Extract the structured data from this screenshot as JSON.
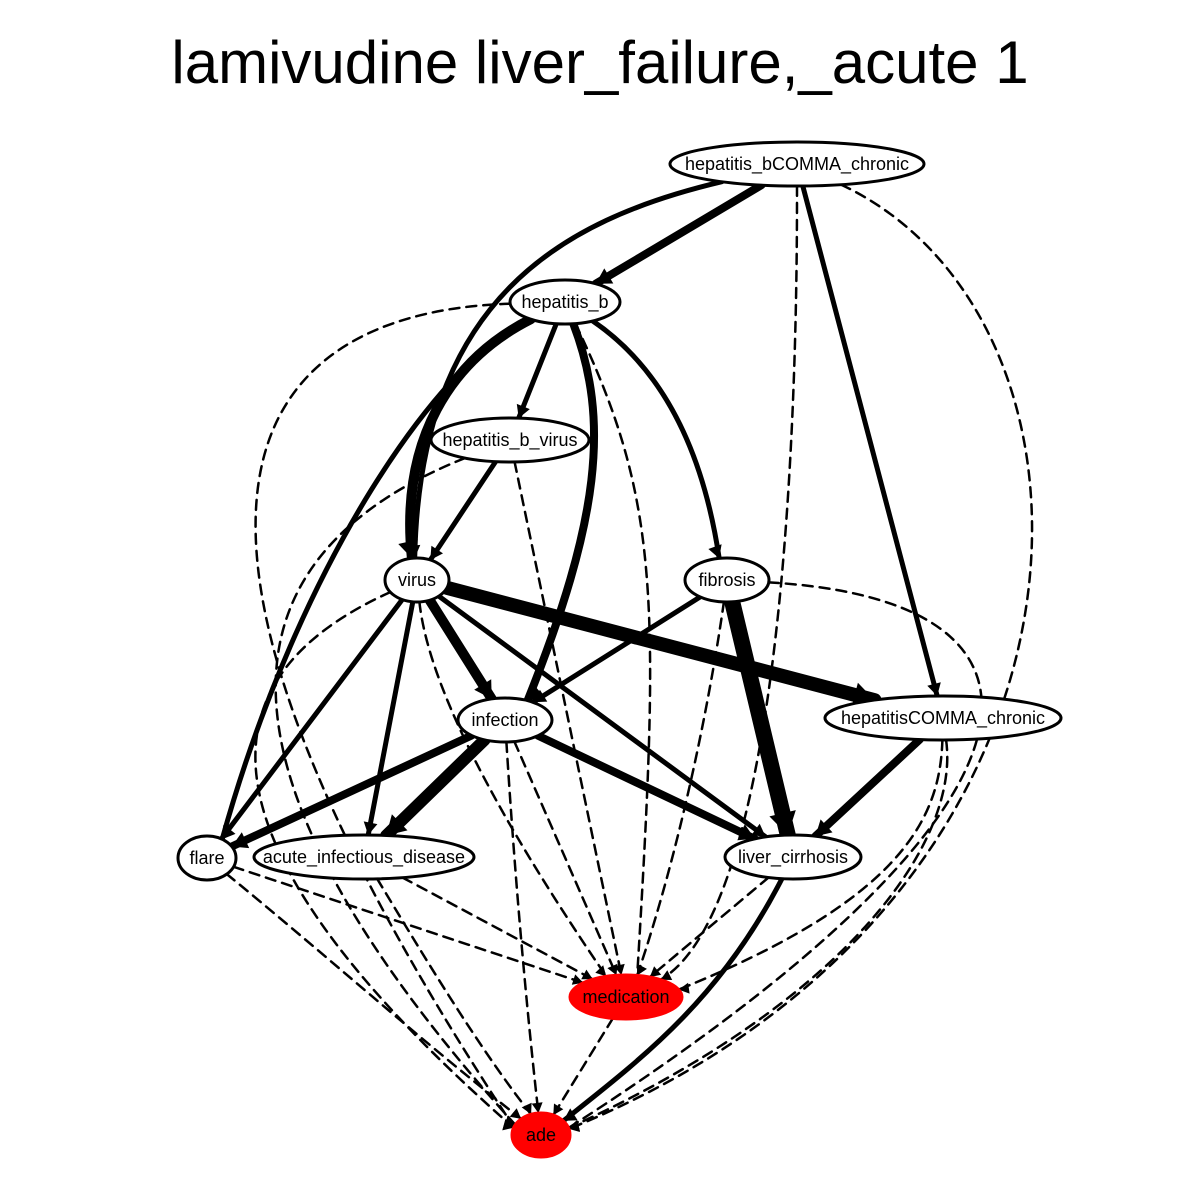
{
  "title": "lamivudine liver_failure,_acute 1",
  "colors": {
    "highlight": "#ff0000",
    "stroke": "#000000",
    "node_fill": "#ffffff"
  },
  "nodes": [
    {
      "id": "hepatitis_bCOMMA_chronic",
      "label": "hepatitis_bCOMMA_chronic",
      "highlight": false
    },
    {
      "id": "hepatitis_b",
      "label": "hepatitis_b",
      "highlight": false
    },
    {
      "id": "hepatitis_b_virus",
      "label": "hepatitis_b_virus",
      "highlight": false
    },
    {
      "id": "virus",
      "label": "virus",
      "highlight": false
    },
    {
      "id": "fibrosis",
      "label": "fibrosis",
      "highlight": false
    },
    {
      "id": "infection",
      "label": "infection",
      "highlight": false
    },
    {
      "id": "hepatitisCOMMA_chronic",
      "label": "hepatitisCOMMA_chronic",
      "highlight": false
    },
    {
      "id": "flare",
      "label": "flare",
      "highlight": false
    },
    {
      "id": "acute_infectious_disease",
      "label": "acute_infectious_disease",
      "highlight": false
    },
    {
      "id": "liver_cirrhosis",
      "label": "liver_cirrhosis",
      "highlight": false
    },
    {
      "id": "medication",
      "label": "medication",
      "highlight": true
    },
    {
      "id": "ade",
      "label": "ade",
      "highlight": true
    }
  ],
  "edges": [
    {
      "from": "hepatitis_bCOMMA_chronic",
      "to": "hepatitis_b",
      "style": "solid",
      "weight": 8
    },
    {
      "from": "hepatitis_bCOMMA_chronic",
      "to": "virus",
      "style": "solid",
      "weight": 5
    },
    {
      "from": "hepatitis_bCOMMA_chronic",
      "to": "hepatitisCOMMA_chronic",
      "style": "solid",
      "weight": 5
    },
    {
      "from": "hepatitis_bCOMMA_chronic",
      "to": "medication",
      "style": "dashed",
      "weight": 2.5
    },
    {
      "from": "hepatitis_bCOMMA_chronic",
      "to": "ade",
      "style": "dashed",
      "weight": 2.5
    },
    {
      "from": "hepatitis_b",
      "to": "hepatitis_b_virus",
      "style": "solid",
      "weight": 5
    },
    {
      "from": "hepatitis_b",
      "to": "virus",
      "style": "solid",
      "weight": 10
    },
    {
      "from": "hepatitis_b",
      "to": "fibrosis",
      "style": "solid",
      "weight": 5
    },
    {
      "from": "hepatitis_b",
      "to": "infection",
      "style": "solid",
      "weight": 8
    },
    {
      "from": "hepatitis_b",
      "to": "flare",
      "style": "solid",
      "weight": 5
    },
    {
      "from": "hepatitis_b",
      "to": "medication",
      "style": "dashed",
      "weight": 2.5
    },
    {
      "from": "hepatitis_b",
      "to": "ade",
      "style": "dashed",
      "weight": 2.5
    },
    {
      "from": "hepatitis_b_virus",
      "to": "virus",
      "style": "solid",
      "weight": 5
    },
    {
      "from": "hepatitis_b_virus",
      "to": "medication",
      "style": "dashed",
      "weight": 2.5
    },
    {
      "from": "hepatitis_b_virus",
      "to": "ade",
      "style": "dashed",
      "weight": 2.5
    },
    {
      "from": "virus",
      "to": "hepatitisCOMMA_chronic",
      "style": "solid",
      "weight": 14
    },
    {
      "from": "virus",
      "to": "infection",
      "style": "solid",
      "weight": 10
    },
    {
      "from": "virus",
      "to": "flare",
      "style": "solid",
      "weight": 5
    },
    {
      "from": "virus",
      "to": "acute_infectious_disease",
      "style": "solid",
      "weight": 5
    },
    {
      "from": "virus",
      "to": "liver_cirrhosis",
      "style": "solid",
      "weight": 5
    },
    {
      "from": "virus",
      "to": "medication",
      "style": "dashed",
      "weight": 2.5
    },
    {
      "from": "virus",
      "to": "ade",
      "style": "dashed",
      "weight": 2.5
    },
    {
      "from": "fibrosis",
      "to": "infection",
      "style": "solid",
      "weight": 5
    },
    {
      "from": "fibrosis",
      "to": "liver_cirrhosis",
      "style": "solid",
      "weight": 16
    },
    {
      "from": "fibrosis",
      "to": "medication",
      "style": "dashed",
      "weight": 2.5
    },
    {
      "from": "fibrosis",
      "to": "ade",
      "style": "dashed",
      "weight": 2.5
    },
    {
      "from": "infection",
      "to": "flare",
      "style": "solid",
      "weight": 8
    },
    {
      "from": "infection",
      "to": "acute_infectious_disease",
      "style": "solid",
      "weight": 12
    },
    {
      "from": "infection",
      "to": "liver_cirrhosis",
      "style": "solid",
      "weight": 8
    },
    {
      "from": "infection",
      "to": "medication",
      "style": "dashed",
      "weight": 2.5
    },
    {
      "from": "infection",
      "to": "ade",
      "style": "dashed",
      "weight": 2.5
    },
    {
      "from": "hepatitisCOMMA_chronic",
      "to": "liver_cirrhosis",
      "style": "solid",
      "weight": 8
    },
    {
      "from": "hepatitisCOMMA_chronic",
      "to": "medication",
      "style": "dashed",
      "weight": 2.5
    },
    {
      "from": "hepatitisCOMMA_chronic",
      "to": "ade",
      "style": "dashed",
      "weight": 2.5
    },
    {
      "from": "flare",
      "to": "medication",
      "style": "dashed",
      "weight": 2.5
    },
    {
      "from": "flare",
      "to": "ade",
      "style": "dashed",
      "weight": 2.5
    },
    {
      "from": "acute_infectious_disease",
      "to": "medication",
      "style": "dashed",
      "weight": 2.5
    },
    {
      "from": "acute_infectious_disease",
      "to": "ade",
      "style": "dashed",
      "weight": 2.5
    },
    {
      "from": "liver_cirrhosis",
      "to": "medication",
      "style": "dashed",
      "weight": 2.5
    },
    {
      "from": "liver_cirrhosis",
      "to": "ade",
      "style": "solid",
      "weight": 5
    },
    {
      "from": "medication",
      "to": "ade",
      "style": "dashed",
      "weight": 2.5
    }
  ]
}
